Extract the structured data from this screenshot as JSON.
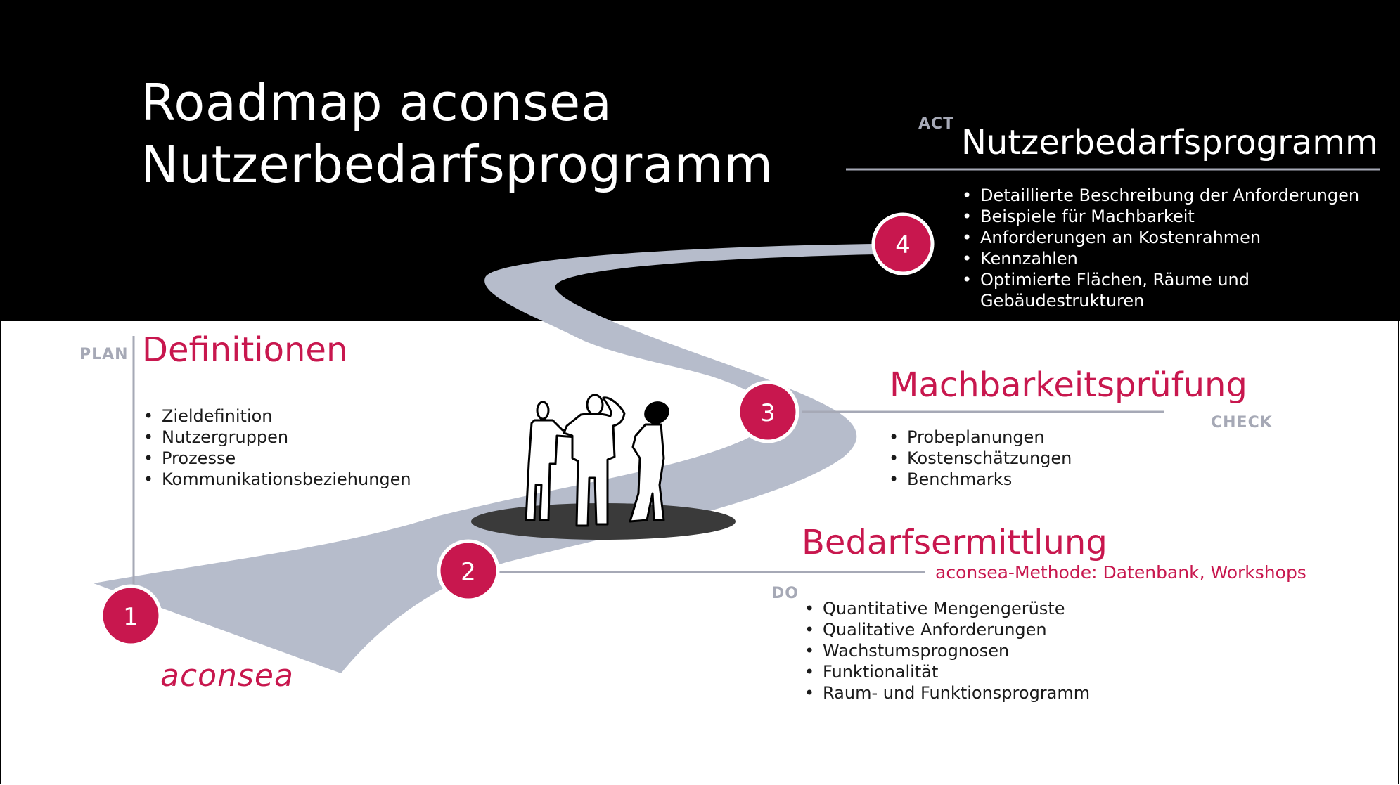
{
  "title": {
    "line1": "Roadmap aconsea",
    "line2": "Nutzerbedarfsprogramm"
  },
  "logo": "aconsea",
  "phases": {
    "plan": {
      "label": "PLAN",
      "number": "1",
      "heading": "Definitionen",
      "items": [
        "Zieldefinition",
        "Nutzergruppen",
        "Prozesse",
        "Kommunikationsbeziehungen"
      ]
    },
    "do": {
      "label": "DO",
      "number": "2",
      "heading": "Bedarfsermittlung",
      "subheading": "aconsea-Methode: Datenbank, Workshops",
      "items": [
        "Quantitative Mengengerüste",
        "Qualitative Anforderungen",
        "Wachstumsprognosen",
        "Funktionalität",
        "Raum- und Funktionsprogramm"
      ]
    },
    "check": {
      "label": "CHECK",
      "number": "3",
      "heading": "Machbarkeitsprüfung",
      "items": [
        "Probeplanungen",
        "Kostenschätzungen",
        "Benchmarks"
      ]
    },
    "act": {
      "label": "ACT",
      "number": "4",
      "heading": "Nutzerbedarfsprogramm",
      "items": [
        "Detaillierte Beschreibung der Anforderungen",
        "Beispiele für Machbarkeit",
        "Anforderungen an Kostenrahmen",
        "Kennzahlen",
        "Optimierte Flächen, Räume und",
        "Gebäudestrukturen"
      ]
    }
  },
  "colors": {
    "accent": "#c8174e",
    "road": "#b6bccb",
    "label_gray": "#a6a9b6",
    "background_top": "#000000",
    "background_bottom": "#ffffff"
  },
  "icons": {
    "figures": "people-walking-icon"
  }
}
